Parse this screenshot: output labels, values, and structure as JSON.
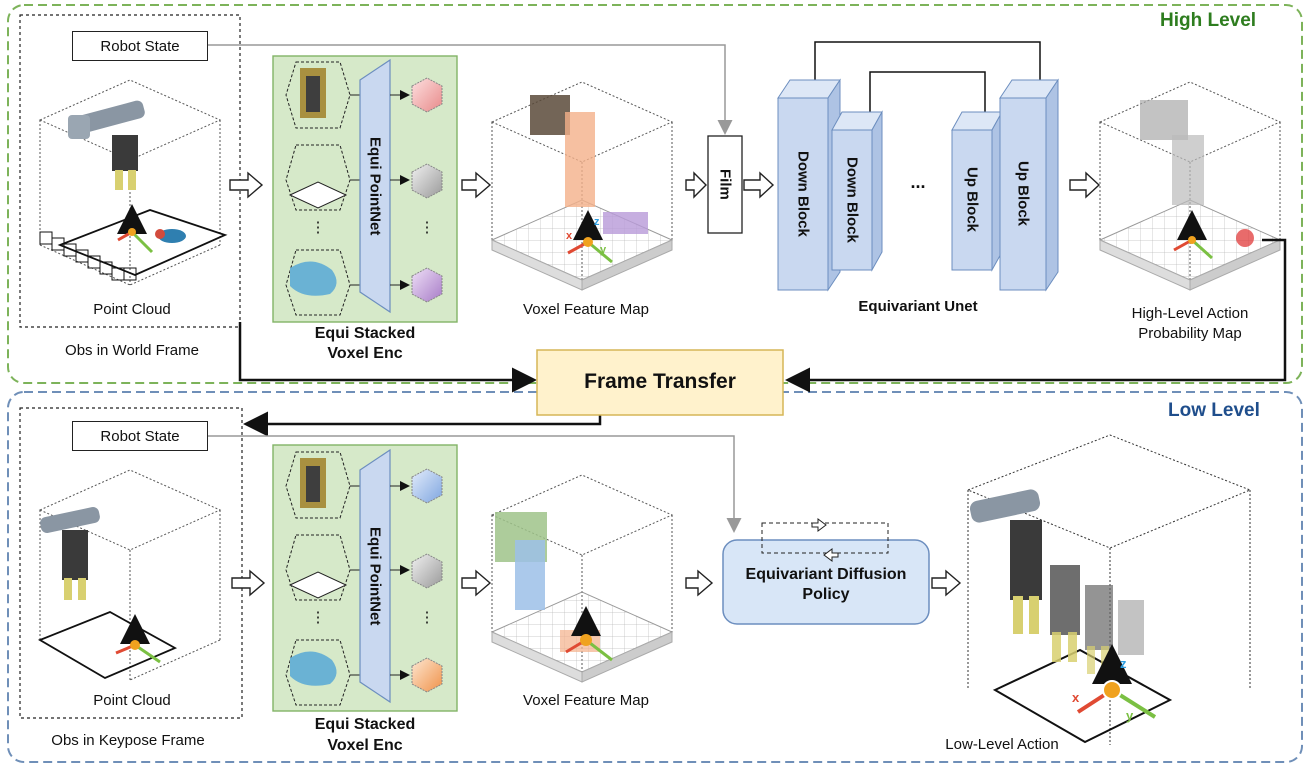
{
  "high_level": {
    "title": "High Level",
    "robot_state": "Robot State",
    "point_cloud": "Point Cloud",
    "obs_frame": "Obs in World Frame",
    "encoder": {
      "title_line1": "Equi Stacked",
      "title_line2": "Voxel Enc",
      "pointnet": "Equi PointNet",
      "dots": "⋮"
    },
    "voxel_feature_map": "Voxel Feature Map",
    "film": "Film",
    "unet": {
      "title": "Equivariant Unet",
      "down1": "Down Block",
      "down2": "Down Block",
      "up1": "Up Block",
      "up2": "Up Block",
      "ellipsis": "..."
    },
    "action_map_line1": "High-Level Action",
    "action_map_line2": "Probability Map"
  },
  "frame_transfer": "Frame Transfer",
  "low_level": {
    "title": "Low Level",
    "robot_state": "Robot State",
    "point_cloud": "Point Cloud",
    "obs_frame": "Obs in Keypose Frame",
    "encoder": {
      "title_line1": "Equi Stacked",
      "title_line2": "Voxel Enc",
      "pointnet": "Equi PointNet",
      "dots": "⋮"
    },
    "voxel_feature_map": "Voxel Feature Map",
    "policy_line1": "Equivariant Diffusion",
    "policy_line2": "Policy",
    "low_level_action": "Low-Level Action"
  },
  "axis_labels": {
    "x": "x",
    "y": "y",
    "z": "z"
  },
  "colors": {
    "high_border": "#7db35a",
    "high_title": "#2e7d1f",
    "low_border": "#6f8fb8",
    "low_title": "#1f4e8c",
    "encoder_fill": "#d6e9c9",
    "encoder_border": "#82b366",
    "block_fill": "#c9d8f0",
    "block_border": "#6c8ebf",
    "frame_fill": "#fff2cc",
    "frame_border": "#d6b656",
    "policy_fill": "#d8e6f7"
  }
}
